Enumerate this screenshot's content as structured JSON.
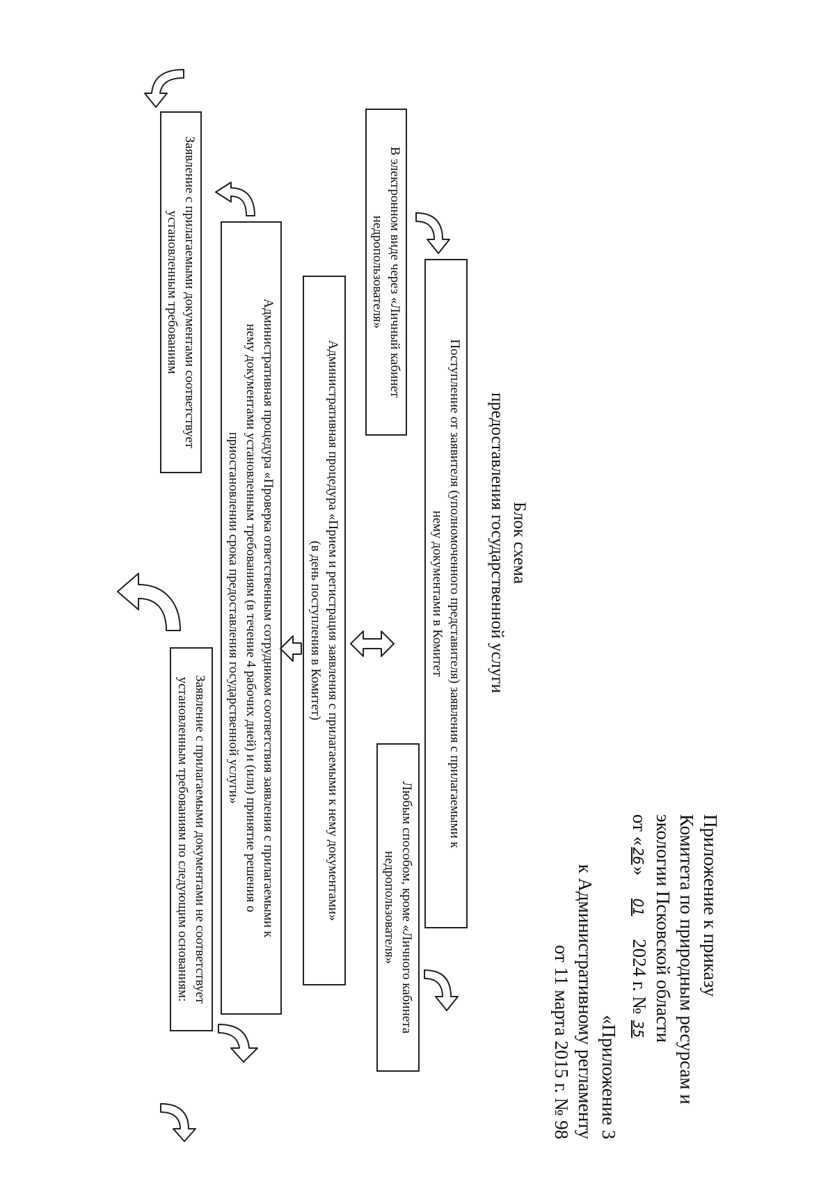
{
  "header": {
    "line1": "Приложение к приказу",
    "line2": "Комитета по природным ресурсам и",
    "line3": "экологии Псковской области",
    "date_prefix": "от «",
    "day": "26",
    "date_mid": "»",
    "month": "01",
    "year_text": "2024 г. №",
    "number": "35"
  },
  "annex": {
    "line1": "«Приложение 3",
    "line2": "к Административному регламенту",
    "line3": "от 11 марта 2015 г. № 98"
  },
  "title": {
    "line1": "Блок схема",
    "line2": "предоставления государственной услуги"
  },
  "boxes": {
    "receipt": {
      "line1": "Поступление от заявителя (уполномоченного представителя) заявления с прилагаемыми к",
      "line2": "нему документами в Комитет"
    },
    "electronic": {
      "line1": "В электронном виде через «Личный кабинет",
      "line2": "недропользователя»"
    },
    "other": {
      "line1": "Любым способом, кроме «Личного кабинета",
      "line2": "недропользователя»"
    },
    "registration": {
      "line1": "Административная процедура «Прием и регистрация заявления с прилагаемыми к нему документами»",
      "line2": "(в день поступления в Комитет)"
    },
    "check": {
      "line1": "Административная процедура «Проверка ответственным сотрудником соответствия заявления с прилагаемыми к",
      "line2": "нему документами установленным требованиям (в течение 4 рабочих дней) и (или) принятие решения о",
      "line3": "приостановлении срока предоставления государственной услуги»"
    },
    "complies": {
      "line1": "Заявление с прилагаемыми документами соответствует",
      "line2": "установленным требованиям"
    },
    "not_complies": {
      "line1": "Заявление с прилагаемыми документами не соответствует",
      "line2": "установленным требованиям по следующим основаниям:"
    }
  }
}
